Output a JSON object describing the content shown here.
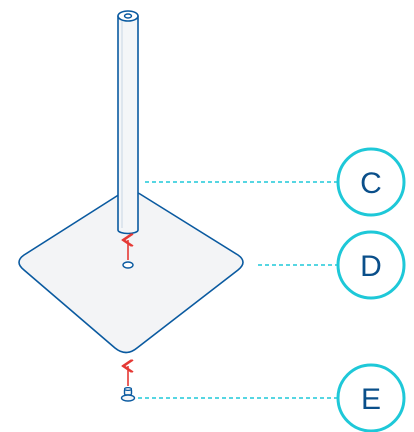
{
  "callouts": [
    {
      "letter": "C",
      "part": "pole"
    },
    {
      "letter": "D",
      "part": "base-plate"
    },
    {
      "letter": "E",
      "part": "bolt"
    }
  ],
  "colors": {
    "outline": "#0a5aa0",
    "callout_accent": "#1ec8d8",
    "callout_text": "#0a4f8a",
    "plate_fill": "#f3f4f6",
    "pole_fill": "#f4f6f8",
    "arrow": "#e53935"
  }
}
